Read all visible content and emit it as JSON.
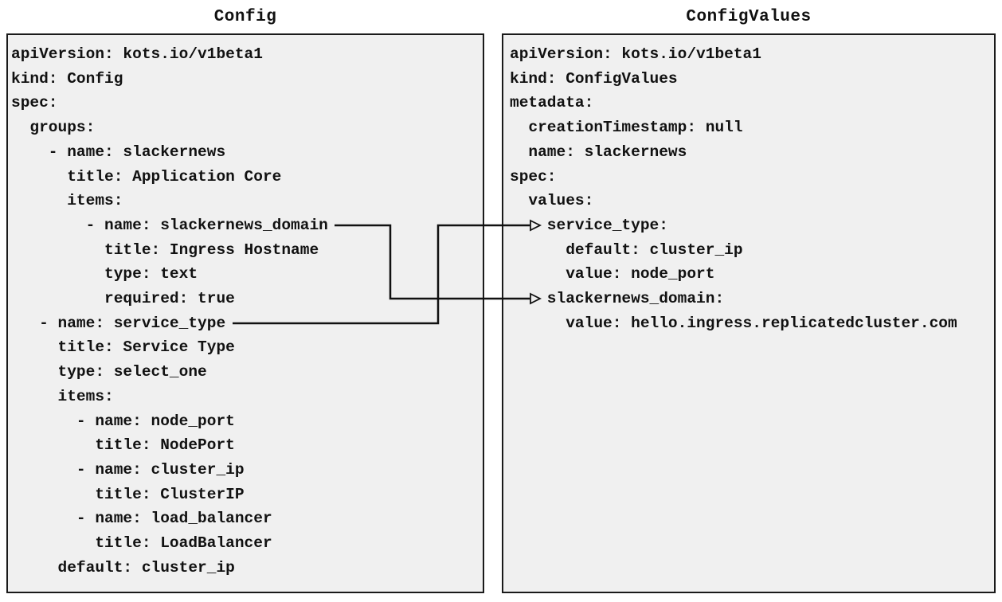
{
  "diagram": {
    "left_panel": {
      "title": "Config",
      "lines": [
        "apiVersion: kots.io/v1beta1",
        "kind: Config",
        "spec:",
        "  groups:",
        "    - name: slackernews",
        "      title: Application Core",
        "      items:",
        "        - name: slackernews_domain",
        "          title: Ingress Hostname",
        "          type: text",
        "          required: true",
        "   - name: service_type",
        "     title: Service Type",
        "     type: select_one",
        "     items:",
        "       - name: node_port",
        "         title: NodePort",
        "       - name: cluster_ip",
        "         title: ClusterIP",
        "       - name: load_balancer",
        "         title: LoadBalancer",
        "     default: cluster_ip"
      ]
    },
    "right_panel": {
      "title": "ConfigValues",
      "lines": [
        "apiVersion: kots.io/v1beta1",
        "kind: ConfigValues",
        "metadata:",
        "  creationTimestamp: null",
        "  name: slackernews",
        "spec:",
        "  values:",
        "    service_type:",
        "      default: cluster_ip",
        "      value: node_port",
        "    slackernews_domain:",
        "      value: hello.ingress.replicatedcluster.com"
      ]
    },
    "connectors": [
      {
        "from": "Config item: slackernews_domain",
        "to": "ConfigValues value: slackernews_domain"
      },
      {
        "from": "Config item: service_type",
        "to": "ConfigValues value: service_type"
      }
    ],
    "colors": {
      "canvas_bg": "#ffffff",
      "panel_bg": "#f0f0f0",
      "border": "#1a1a1a",
      "text": "#111111",
      "connector": "#111111"
    }
  }
}
